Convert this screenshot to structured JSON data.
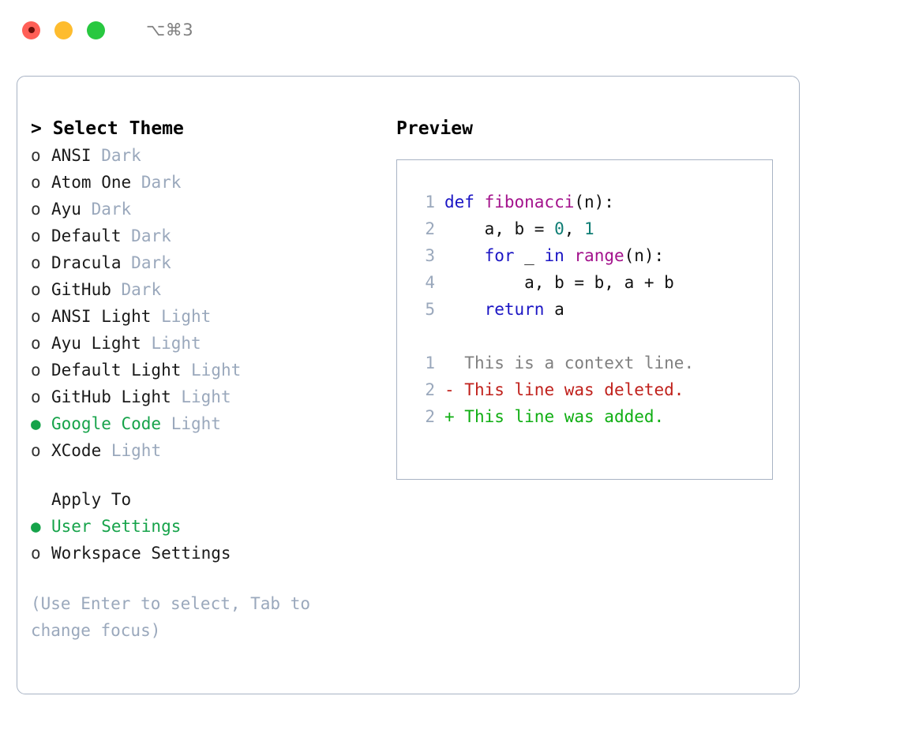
{
  "window": {
    "shortcut": "⌥⌘3",
    "traffic_lights": [
      {
        "name": "close",
        "color": "#ff5f57"
      },
      {
        "name": "minimize",
        "color": "#febc2e"
      },
      {
        "name": "zoom",
        "color": "#28c840"
      }
    ]
  },
  "theme_panel": {
    "heading": "> Select Theme",
    "marker_unselected": "o",
    "marker_selected": "●",
    "accent_color": "#16a34a",
    "tag_color": "#9aa8bc",
    "items": [
      {
        "label": "ANSI",
        "tag": "Dark",
        "selected": false
      },
      {
        "label": "Atom One",
        "tag": "Dark",
        "selected": false
      },
      {
        "label": "Ayu",
        "tag": "Dark",
        "selected": false
      },
      {
        "label": "Default",
        "tag": "Dark",
        "selected": false
      },
      {
        "label": "Dracula",
        "tag": "Dark",
        "selected": false
      },
      {
        "label": "GitHub",
        "tag": "Dark",
        "selected": false
      },
      {
        "label": "ANSI Light",
        "tag": "Light",
        "selected": false
      },
      {
        "label": "Ayu Light",
        "tag": "Light",
        "selected": false
      },
      {
        "label": "Default Light",
        "tag": "Light",
        "selected": false
      },
      {
        "label": "GitHub Light",
        "tag": "Light",
        "selected": false
      },
      {
        "label": "Google Code",
        "tag": "Light",
        "selected": true
      },
      {
        "label": "XCode",
        "tag": "Light",
        "selected": false
      }
    ]
  },
  "apply_to": {
    "heading": "Apply To",
    "items": [
      {
        "label": "User Settings",
        "selected": true
      },
      {
        "label": "Workspace Settings",
        "selected": false
      }
    ]
  },
  "hint": "(Use Enter to select, Tab to change focus)",
  "preview": {
    "heading": "Preview",
    "border_color": "#a8b3c4",
    "lineno_color": "#9aa8bc",
    "syntax_colors": {
      "keyword": "#1b15c4",
      "function": "#a3128c",
      "number": "#0f7d74",
      "text": "#111111"
    },
    "code_lines": [
      {
        "no": "1",
        "tokens": [
          {
            "t": "def ",
            "c": "kw"
          },
          {
            "t": "fibonacci",
            "c": "fn"
          },
          {
            "t": "(n):",
            "c": "txt"
          }
        ]
      },
      {
        "no": "2",
        "tokens": [
          {
            "t": "    a, b = ",
            "c": "txt"
          },
          {
            "t": "0",
            "c": "num"
          },
          {
            "t": ", ",
            "c": "txt"
          },
          {
            "t": "1",
            "c": "num"
          }
        ]
      },
      {
        "no": "3",
        "tokens": [
          {
            "t": "    ",
            "c": "txt"
          },
          {
            "t": "for",
            "c": "kw"
          },
          {
            "t": " _ ",
            "c": "txt"
          },
          {
            "t": "in",
            "c": "kw"
          },
          {
            "t": " ",
            "c": "txt"
          },
          {
            "t": "range",
            "c": "fn"
          },
          {
            "t": "(n):",
            "c": "txt"
          }
        ]
      },
      {
        "no": "4",
        "tokens": [
          {
            "t": "        a, b = b, a + b",
            "c": "txt"
          }
        ]
      },
      {
        "no": "5",
        "tokens": [
          {
            "t": "    ",
            "c": "txt"
          },
          {
            "t": "return",
            "c": "kw"
          },
          {
            "t": " a",
            "c": "txt"
          }
        ]
      }
    ],
    "diff_colors": {
      "context": "#808080",
      "deleted": "#c0211c",
      "added": "#0fae12"
    },
    "diff_lines": [
      {
        "no": "1",
        "sign": "  ",
        "text": "This is a context line.",
        "kind": "ctx"
      },
      {
        "no": "2",
        "sign": "- ",
        "text": "This line was deleted.",
        "kind": "del"
      },
      {
        "no": "2",
        "sign": "+ ",
        "text": "This line was added.",
        "kind": "add"
      }
    ]
  }
}
